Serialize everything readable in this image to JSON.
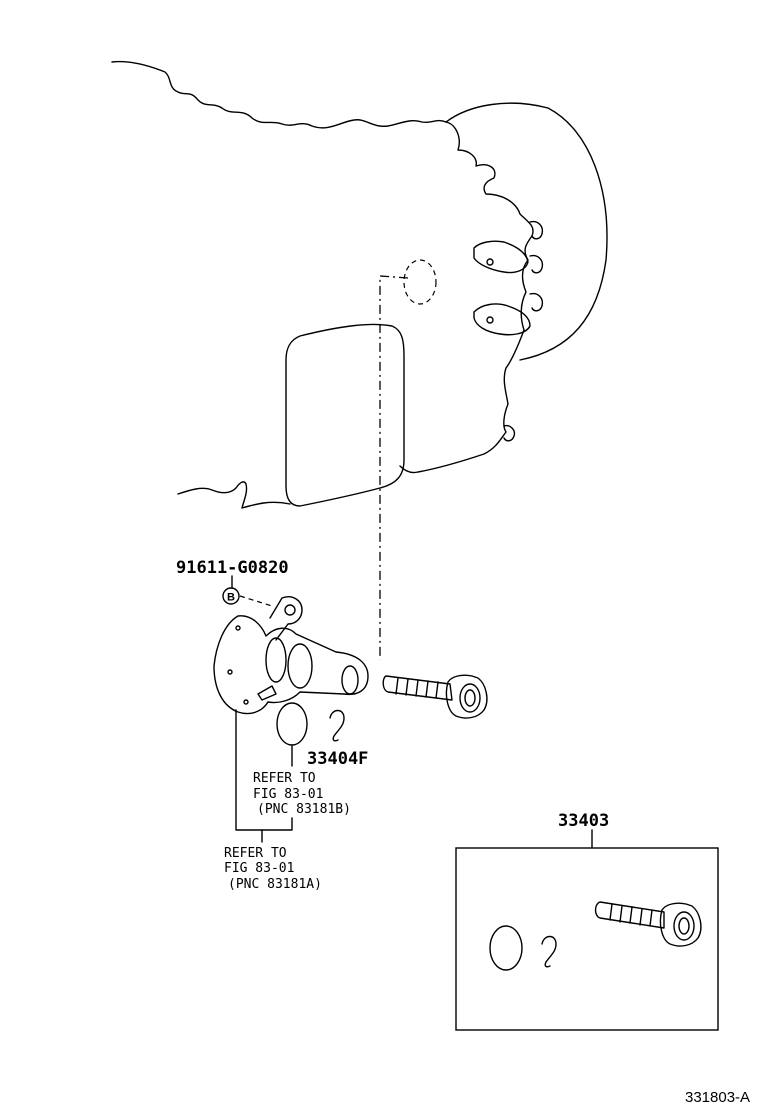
{
  "labels": {
    "bolt_part_no": "91611-G0820",
    "bolt_marker": "B",
    "driven_gear_part_no": "33404F",
    "kit_part_no": "33403",
    "figure_code": "331803-A"
  },
  "references": [
    {
      "line1": "REFER TO",
      "line2": "FIG 83-01",
      "line3": "(PNC 83181B)"
    },
    {
      "line1": "REFER TO",
      "line2": "FIG 83-01",
      "line3": "(PNC 83181A)"
    }
  ]
}
